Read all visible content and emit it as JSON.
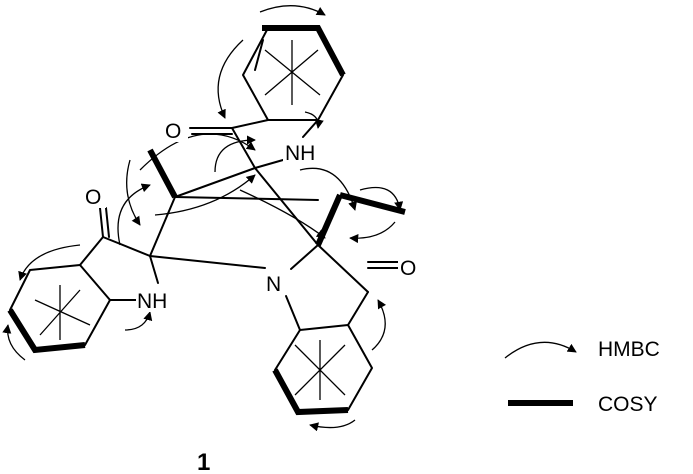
{
  "atoms": {
    "o_top": "O",
    "nh_top": "NH",
    "o_left": "O",
    "nh_left": "NH",
    "n_center": "N",
    "o_right": "O"
  },
  "legend": {
    "hmbc_label": "HMBC",
    "cosy_label": "COSY"
  },
  "compound_number": "1"
}
